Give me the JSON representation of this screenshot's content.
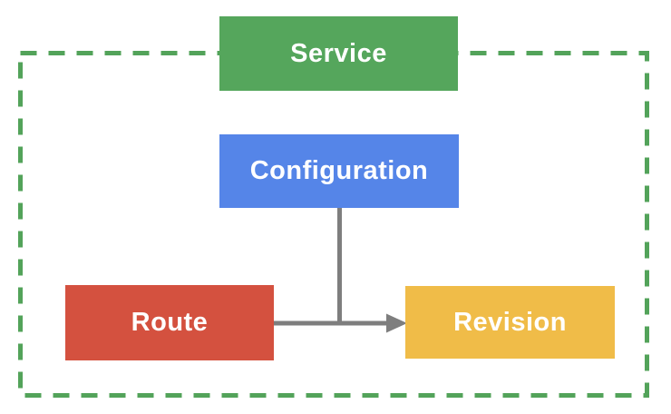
{
  "diagram": {
    "boxes": {
      "service": {
        "label": "Service",
        "color": "#55A65C"
      },
      "configuration": {
        "label": "Configuration",
        "color": "#5585E8"
      },
      "route": {
        "label": "Route",
        "color": "#D4513F"
      },
      "revision": {
        "label": "Revision",
        "color": "#F0BC48"
      }
    },
    "boundary": {
      "style": "dashed",
      "color": "#53A35A"
    },
    "connector": {
      "color": "#7E7E7E"
    },
    "label_color": "#FFFFFF"
  }
}
